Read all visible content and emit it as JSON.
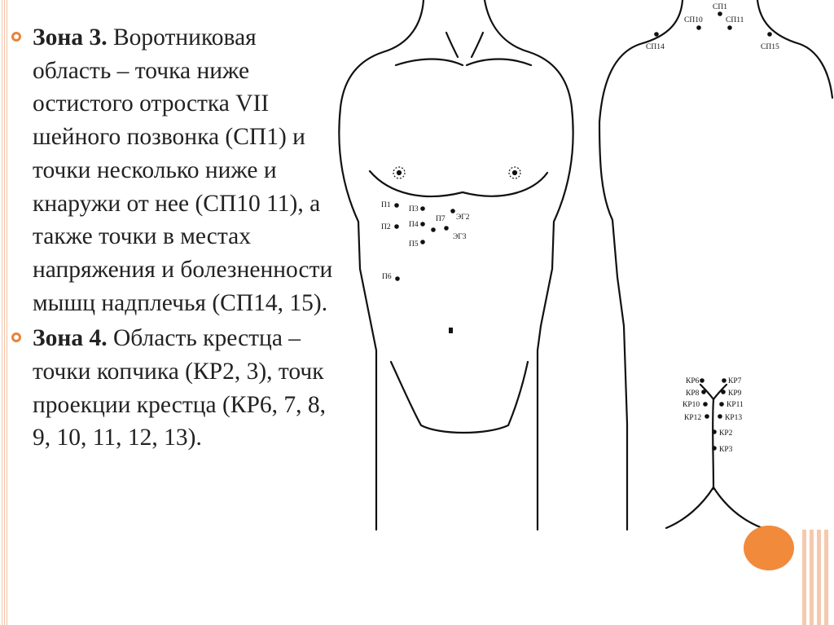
{
  "zones": [
    {
      "title": "Зона 3.",
      "text": "Воротниковая область – точка ниже остистого отростка VII шейного позвонка (СП1) и точки несколько ниже и кнаружи от нее (СП10 11), а также точки в местах напряжения и болезненности мышц надплечья (СП14, 15)."
    },
    {
      "title": "Зона 4.",
      "text": "Область крестца – точки копчика (КР2, 3), точк проекции крестца (КР6, 7, 8, 9, 10, 11, 12, 13)."
    }
  ],
  "front_points": [
    "П1",
    "П2",
    "П3",
    "П4",
    "П5",
    "П6",
    "П7",
    "ЭГ2",
    "ЭГ3"
  ],
  "back_neck_points": [
    "СП1",
    "СП10",
    "СП11",
    "СП14",
    "СП15"
  ],
  "back_sacral_points": [
    "КР6",
    "КР7",
    "КР8",
    "КР9",
    "КР10",
    "КР11",
    "КР12",
    "КР13",
    "КР2",
    "КР3"
  ],
  "colors": {
    "accent": "#e8833a",
    "decor_circle": "#f28a3c",
    "stripe": "#f5c9ad",
    "text": "#222222"
  }
}
